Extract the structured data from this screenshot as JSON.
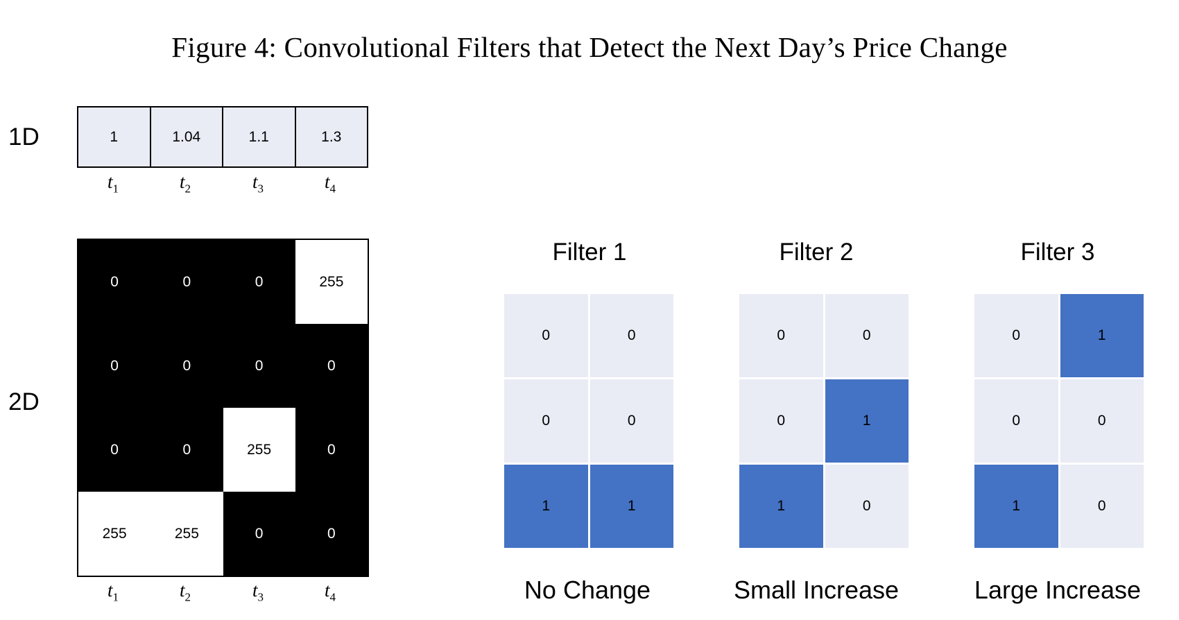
{
  "title": "Figure 4: Convolutional Filters that Detect the Next Day’s Price Change",
  "oned": {
    "label": "1D",
    "values": [
      "1",
      "1.04",
      "1.1",
      "1.3"
    ],
    "time_labels": [
      "t",
      "t",
      "t",
      "t"
    ],
    "time_subscripts": [
      "1",
      "2",
      "3",
      "4"
    ]
  },
  "twod": {
    "label": "2D",
    "rows": [
      [
        "0",
        "0",
        "0",
        "255"
      ],
      [
        "0",
        "0",
        "0",
        "0"
      ],
      [
        "0",
        "0",
        "255",
        "0"
      ],
      [
        "255",
        "255",
        "0",
        "0"
      ]
    ],
    "time_labels": [
      "t",
      "t",
      "t",
      "t"
    ],
    "time_subscripts": [
      "1",
      "2",
      "3",
      "4"
    ]
  },
  "filters": [
    {
      "title": "Filter 1",
      "caption": "No Change",
      "rows": [
        [
          "0",
          "0"
        ],
        [
          "0",
          "0"
        ],
        [
          "1",
          "1"
        ]
      ]
    },
    {
      "title": "Filter 2",
      "caption": "Small Increase",
      "rows": [
        [
          "0",
          "0"
        ],
        [
          "0",
          "1"
        ],
        [
          "1",
          "0"
        ]
      ]
    },
    {
      "title": "Filter 3",
      "caption": "Large Increase",
      "rows": [
        [
          "0",
          "1"
        ],
        [
          "0",
          "0"
        ],
        [
          "1",
          "0"
        ]
      ]
    }
  ],
  "colors": {
    "filter_active": "#4472c4",
    "filter_inactive": "#e9ebf5",
    "pixel_white": "#ffffff",
    "pixel_black": "#000000"
  }
}
